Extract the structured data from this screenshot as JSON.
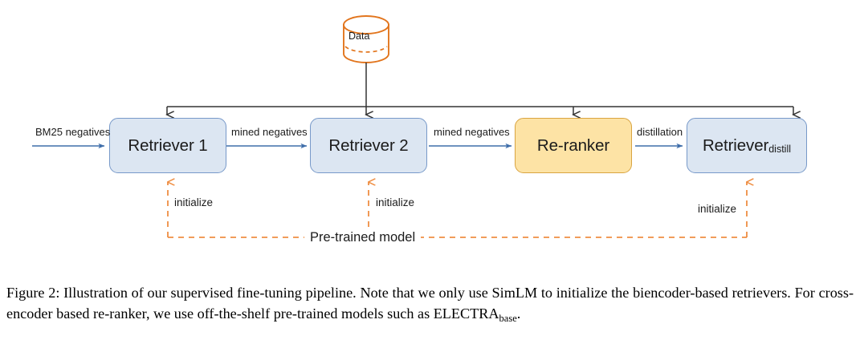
{
  "figure": {
    "caption_label": "Figure 2:",
    "caption_text": " Illustration of our supervised fine-tuning pipeline. Note that we only use SimLM to initialize the biencoder-based retrievers. For cross-encoder based re-ranker, we use off-the-shelf pre-trained models such as ELECTRA",
    "caption_subscript": "base",
    "caption_tail": "."
  },
  "diagram": {
    "data_source": {
      "label": "Data",
      "shape": "cylinder-icon",
      "color": "#e2751d"
    },
    "nodes": [
      {
        "id": "retriever-1",
        "label": "Retriever 1",
        "style": "blue"
      },
      {
        "id": "retriever-2",
        "label": "Retriever 2",
        "style": "blue"
      },
      {
        "id": "re-ranker",
        "label": "Re-ranker",
        "style": "yellow"
      },
      {
        "id": "retriever-distill",
        "label": "Retriever",
        "subscript": "distill",
        "style": "blue"
      }
    ],
    "flow_labels": [
      {
        "id": "bm25-negatives",
        "text": "BM25 negatives"
      },
      {
        "id": "mined-negatives-1",
        "text": "mined negatives"
      },
      {
        "id": "mined-negatives-2",
        "text": "mined negatives"
      },
      {
        "id": "distillation",
        "text": "distillation"
      }
    ],
    "init_labels": [
      {
        "id": "initialize-1",
        "text": "initialize"
      },
      {
        "id": "initialize-2",
        "text": "initialize"
      },
      {
        "id": "initialize-3",
        "text": "initialize"
      }
    ],
    "pretrained_model_label": "Pre-trained model",
    "colors": {
      "box_blue_fill": "#dce6f2",
      "box_blue_border": "#7799c9",
      "box_yellow_fill": "#fde3a5",
      "box_yellow_border": "#d9a441",
      "flow_arrow": "#3f6eaa",
      "tree_arrow": "#404040",
      "dashed_orange": "#ef8e43"
    }
  }
}
